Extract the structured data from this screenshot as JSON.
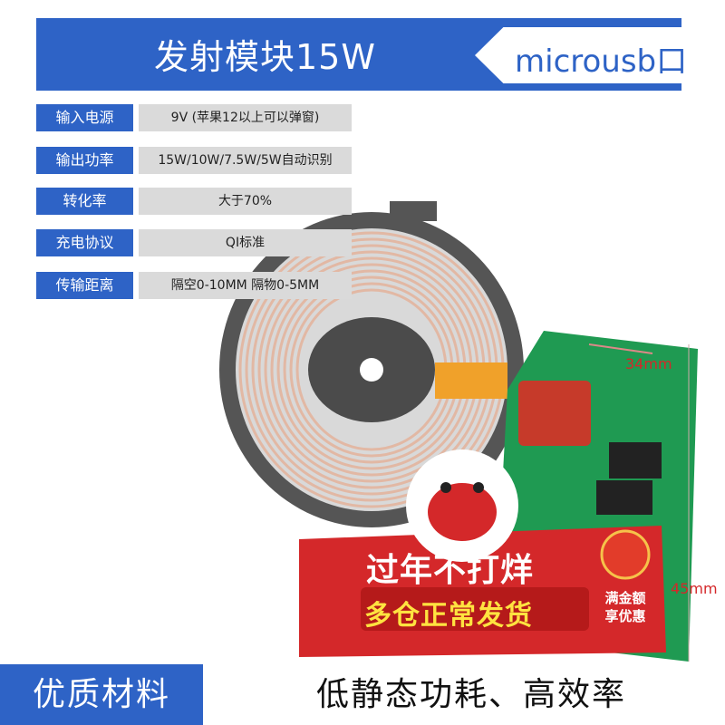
{
  "header": {
    "title": "发射模块15W",
    "tag": "microusb口",
    "color": "#2e63c6"
  },
  "specs": [
    {
      "label": "输入电源",
      "value": "9V (苹果12以上可以弹窗)"
    },
    {
      "label": "输出功率",
      "value": "15W/10W/7.5W/5W自动识别"
    },
    {
      "label": "转化率",
      "value": "大于70%"
    },
    {
      "label": "充电协议",
      "value": "QI标准"
    },
    {
      "label": "传输距离",
      "value": "隔空0-10MM 隔物0-5MM"
    }
  ],
  "dimensions": {
    "width": "34mm",
    "height": "45mm"
  },
  "promo": {
    "title": "过年不打烊",
    "subtitle": "多仓正常发货",
    "badge_line1": "满金额",
    "badge_line2": "享优惠",
    "color": "#d4282a"
  },
  "footer": {
    "left": "优质材料",
    "right": "低静态功耗、高效率"
  }
}
